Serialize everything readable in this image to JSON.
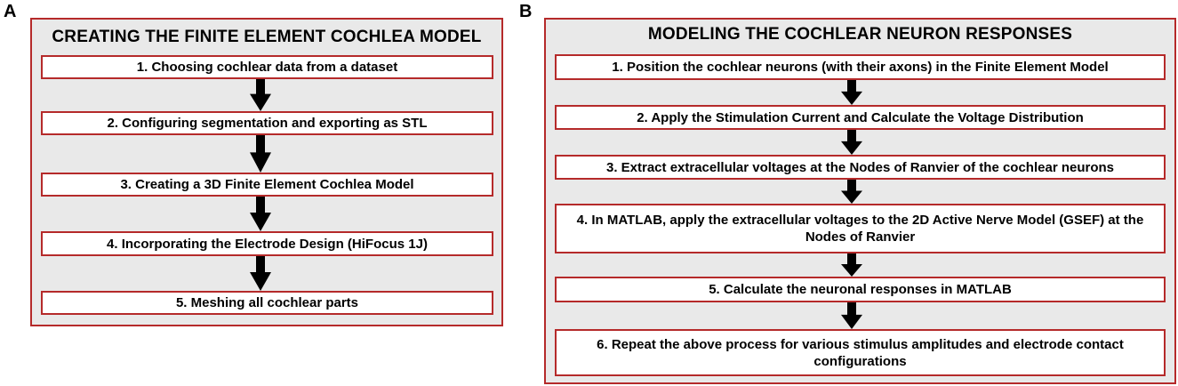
{
  "panel_a": {
    "letter": "A",
    "title": "CREATING THE FINITE ELEMENT COCHLEA MODEL",
    "steps": [
      "1. Choosing cochlear data from a dataset",
      "2. Configuring segmentation and exporting as STL",
      "3. Creating a 3D Finite Element Cochlea Model",
      "4. Incorporating the Electrode Design (HiFocus 1J)",
      "5. Meshing all cochlear parts"
    ]
  },
  "panel_b": {
    "letter": "B",
    "title": "MODELING THE COCHLEAR NEURON RESPONSES",
    "steps": [
      "1. Position the cochlear neurons (with their axons) in the Finite Element Model",
      "2. Apply the Stimulation Current and Calculate the Voltage Distribution",
      "3. Extract extracellular voltages at the Nodes of Ranvier of the cochlear neurons",
      "4. In MATLAB, apply the extracellular voltages to the 2D Active Nerve Model (GSEF) at the Nodes of Ranvier",
      "5. Calculate the neuronal responses in MATLAB",
      "6. Repeat the above process for various stimulus amplitudes and electrode contact configurations"
    ]
  },
  "colors": {
    "border": "#b52a2a",
    "panel_bg": "#e9e9e9",
    "box_bg": "#ffffff",
    "arrow": "#000000"
  },
  "icons": {
    "connector": "down-arrow-icon"
  }
}
